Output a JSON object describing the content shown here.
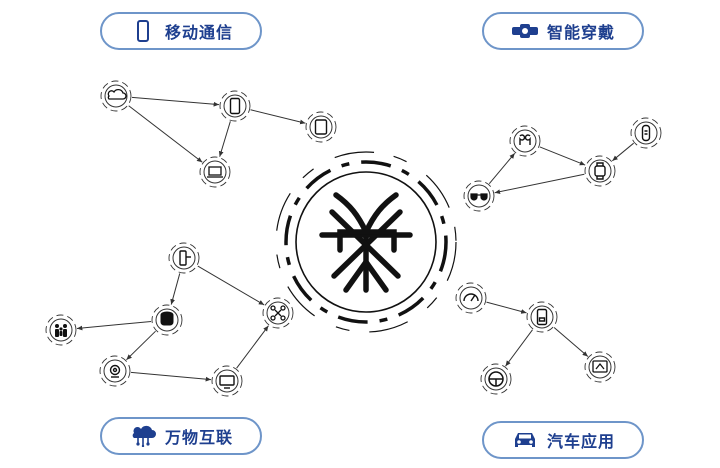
{
  "categories": {
    "mobile": {
      "label": "移动通信",
      "icon": "smartphone-icon"
    },
    "wearable": {
      "label": "智能穿戴",
      "icon": "smartwatch-icon"
    },
    "iot": {
      "label": "万物互联",
      "icon": "cloud-network-icon"
    },
    "auto": {
      "label": "汽车应用",
      "icon": "car-icon"
    }
  },
  "center": {
    "icon": "brand-logo-icon"
  },
  "colors": {
    "pill_border": "#6e95c9",
    "pill_text": "#1e3f8f",
    "line": "#333333",
    "icon_stroke": "#111111"
  },
  "nodes": [
    {
      "id": "cloud",
      "group": "mobile",
      "icon": "cloud-icon"
    },
    {
      "id": "phone",
      "group": "mobile",
      "icon": "smartphone-icon"
    },
    {
      "id": "tablet",
      "group": "mobile",
      "icon": "tablet-icon"
    },
    {
      "id": "laptop",
      "group": "mobile",
      "icon": "laptop-icon"
    },
    {
      "id": "earbuds",
      "group": "wearable",
      "icon": "earbuds-icon"
    },
    {
      "id": "band",
      "group": "wearable",
      "icon": "fitness-band-icon"
    },
    {
      "id": "watch",
      "group": "wearable",
      "icon": "smartwatch-icon"
    },
    {
      "id": "glasses",
      "group": "wearable",
      "icon": "smart-glasses-icon"
    },
    {
      "id": "lock",
      "group": "iot",
      "icon": "smart-lock-icon"
    },
    {
      "id": "drone",
      "group": "iot",
      "icon": "drone-icon"
    },
    {
      "id": "speaker",
      "group": "iot",
      "icon": "speaker-icon"
    },
    {
      "id": "family",
      "group": "iot",
      "icon": "family-icon"
    },
    {
      "id": "camera",
      "group": "iot",
      "icon": "camera-icon"
    },
    {
      "id": "tv",
      "group": "iot",
      "icon": "tv-icon"
    },
    {
      "id": "gauge",
      "group": "auto",
      "icon": "speedometer-icon"
    },
    {
      "id": "carphone",
      "group": "auto",
      "icon": "car-phone-icon"
    },
    {
      "id": "wheel",
      "group": "auto",
      "icon": "steering-wheel-icon"
    },
    {
      "id": "navscreen",
      "group": "auto",
      "icon": "navigation-screen-icon"
    }
  ],
  "edges": [
    [
      "cloud",
      "phone"
    ],
    [
      "phone",
      "tablet"
    ],
    [
      "phone",
      "laptop"
    ],
    [
      "cloud",
      "laptop"
    ],
    [
      "earbuds",
      "watch"
    ],
    [
      "band",
      "watch"
    ],
    [
      "watch",
      "glasses"
    ],
    [
      "glasses",
      "earbuds"
    ],
    [
      "lock",
      "drone"
    ],
    [
      "lock",
      "speaker"
    ],
    [
      "speaker",
      "family"
    ],
    [
      "speaker",
      "camera"
    ],
    [
      "camera",
      "tv"
    ],
    [
      "tv",
      "drone"
    ],
    [
      "gauge",
      "carphone"
    ],
    [
      "carphone",
      "wheel"
    ],
    [
      "carphone",
      "navscreen"
    ]
  ]
}
